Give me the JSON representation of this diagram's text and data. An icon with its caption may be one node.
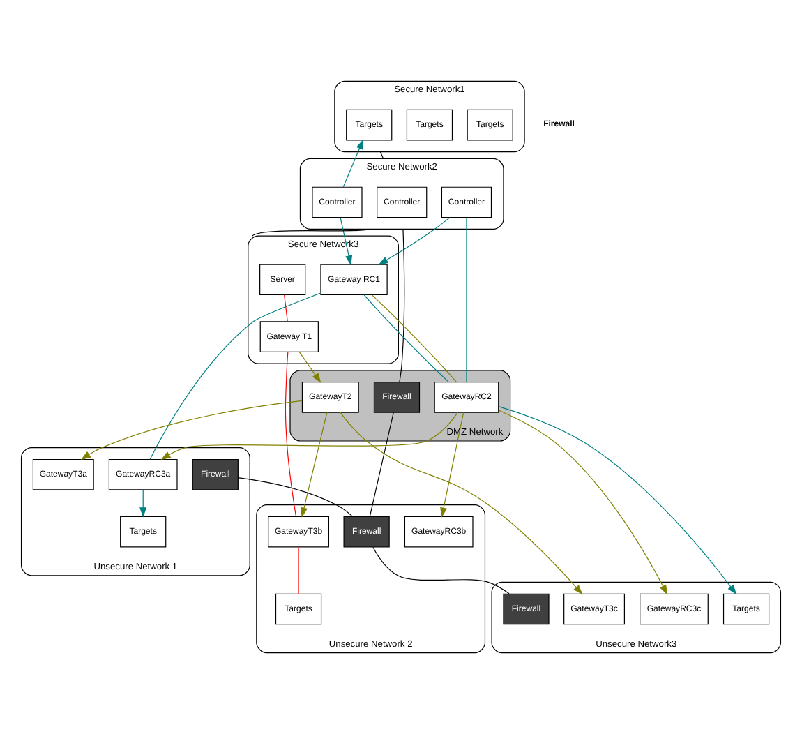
{
  "diagram": {
    "nodes": [
      {
        "text": [
          "Secure Network1"
        ]
      },
      {
        "text": [
          "Targets"
        ],
        "in": 0
      },
      {
        "text": [
          "Targets"
        ],
        "in": 0
      },
      {
        "text": [
          "Targets"
        ],
        "in": 0
      },
      {
        "text": [
          "Secure Network2"
        ]
      },
      {
        "text": [
          "Controller"
        ],
        "in": 4
      },
      {
        "text": [
          "Controller"
        ],
        "in": 4
      },
      {
        "text": [
          "Controller"
        ],
        "in": 4
      },
      {
        "text": [
          "Secure Network3"
        ]
      },
      {
        "text": [
          "Gateway RC1"
        ],
        "in": 8
      },
      {
        "text": [
          "Server"
        ],
        "in": 8
      },
      {
        "text": [
          "Gateway T1"
        ],
        "in": 8
      },
      {
        "text": [
          "DMZ Network"
        ]
      },
      {
        "text": [
          "Firewall"
        ],
        "in": 12
      },
      {
        "text": [
          "GatewayRC2"
        ],
        "in": 12
      },
      {
        "text": [
          "GatewayT2"
        ],
        "in": 12
      },
      {
        "text": [
          "Unsecure Network 1"
        ]
      },
      {
        "text": [
          "Firewall"
        ],
        "in": 16
      },
      {
        "text": [
          "GatewayRC3a"
        ],
        "in": 16
      },
      {
        "text": [
          "GatewayT3a"
        ],
        "in": 16
      },
      {
        "text": [
          "Targets"
        ],
        "in": 16
      },
      {
        "text": [
          "Unsecure Network 2"
        ]
      },
      {
        "text": [
          "Firewall"
        ],
        "in": 21
      },
      {
        "text": [
          "GatewayRC3b"
        ],
        "in": 21
      },
      {
        "text": [
          "GatewayT3b"
        ],
        "in": 21
      },
      {
        "text": [
          "Targets"
        ],
        "in": 21
      },
      {
        "text": [
          "Unsecure Network3"
        ]
      },
      {
        "text": [
          "Firewall"
        ],
        "in": 26
      },
      {
        "text": [
          "GatewayRC3c"
        ],
        "in": 26
      },
      {
        "text": [
          "GatewayT3c"
        ],
        "in": 26
      },
      {
        "text": [
          "Targets"
        ],
        "in": 26
      }
    ],
    "edges": [
      {
        "from": 0,
        "to": 4,
        "arrow": "none",
        "color": "#000000"
      },
      {
        "from": 4,
        "to": 8,
        "arrow": "none",
        "color": "#000000"
      },
      {
        "from": 4,
        "to": 13,
        "arrow": "none",
        "color": "#000000"
      },
      {
        "from": 13,
        "to": 22,
        "arrow": "none",
        "color": "#000000"
      },
      {
        "from": 17,
        "to": 22,
        "arrow": "none",
        "color": "#000000"
      },
      {
        "from": 22,
        "to": 27,
        "arrow": "none",
        "color": "#000000"
      },
      {
        "from": 5,
        "to": 3,
        "arrow": "to",
        "color": "#008080"
      },
      {
        "from": 5,
        "to": 9,
        "arrow": "to",
        "color": "#008080"
      },
      {
        "from": 6,
        "to": 9,
        "arrow": "to",
        "color": "#008080"
      },
      {
        "from": 6,
        "to": 14,
        "arrow": "none",
        "color": "#008080"
      },
      {
        "from": 9,
        "to": 14,
        "arrow": "none",
        "color": "#008080"
      },
      {
        "from": 9,
        "to": 18,
        "arrow": "none",
        "color": "#008080"
      },
      {
        "from": 18,
        "to": 20,
        "arrow": "to",
        "color": "#008080"
      },
      {
        "from": 14,
        "to": 30,
        "arrow": "to",
        "color": "#008080"
      },
      {
        "from": 9,
        "to": 14,
        "arrow": "none",
        "color": "#808000"
      },
      {
        "from": 11,
        "to": 15,
        "arrow": "to",
        "color": "#808000"
      },
      {
        "from": 14,
        "to": 18,
        "arrow": "to",
        "color": "#808000"
      },
      {
        "from": 14,
        "to": 23,
        "arrow": "to",
        "color": "#808000"
      },
      {
        "from": 14,
        "to": 28,
        "arrow": "to",
        "color": "#808000"
      },
      {
        "from": 15,
        "to": 19,
        "arrow": "to",
        "color": "#808000"
      },
      {
        "from": 15,
        "to": 24,
        "arrow": "to",
        "color": "#808000"
      },
      {
        "from": 15,
        "to": 29,
        "arrow": "to",
        "color": "#808000"
      },
      {
        "from": 10,
        "to": 11,
        "arrow": "none",
        "color": "#ff0000"
      },
      {
        "from": 11,
        "to": 24,
        "arrow": "none",
        "color": "#ff0000"
      },
      {
        "from": 24,
        "to": 25,
        "arrow": "none",
        "color": "#ff0000"
      }
    ],
    "labels": [
      "Firewall"
    ]
  }
}
